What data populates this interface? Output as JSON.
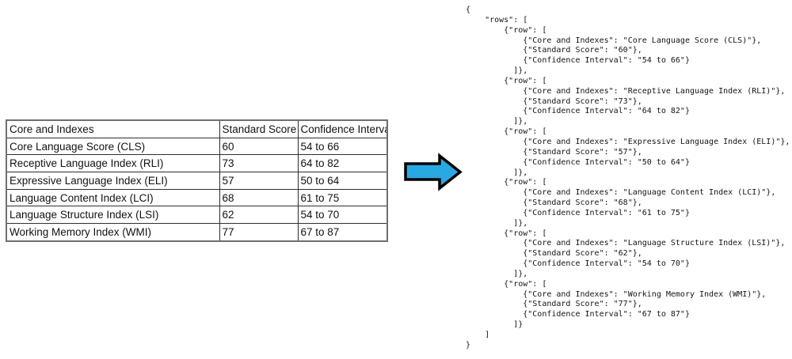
{
  "table": {
    "columns": [
      "Core and Indexes",
      "Standard Score",
      "Confidence Interval"
    ],
    "rows": [
      [
        "Core Language Score (CLS)",
        "60",
        "54 to 66"
      ],
      [
        "Receptive Language Index (RLI)",
        "73",
        "64 to 82"
      ],
      [
        "Expressive Language Index (ELI)",
        "57",
        "50 to 64"
      ],
      [
        "Language Content Index (LCI)",
        "68",
        "61 to 75"
      ],
      [
        "Language Structure Index (LSI)",
        "62",
        "54 to 70"
      ],
      [
        "Working Memory Index (WMI)",
        "77",
        "67 to 87"
      ]
    ]
  },
  "arrow": {
    "fill": "#29A9E1",
    "stroke": "#000000"
  },
  "code_panel": {
    "lines": [
      "{",
      "    \"rows\": [",
      "        {\"row\": [",
      "            {\"Core and Indexes\": \"Core Language Score (CLS)\"},",
      "            {\"Standard Score\": \"60\"},",
      "            {\"Confidence Interval\": \"54 to 66\"}",
      "          ]},",
      "        {\"row\": [",
      "            {\"Core and Indexes\": \"Receptive Language Index (RLI)\"},",
      "            {\"Standard Score\": \"73\"},",
      "            {\"Confidence Interval\": \"64 to 82\"}",
      "          ]},",
      "        {\"row\": [",
      "            {\"Core and Indexes\": \"Expressive Language Index (ELI)\"},",
      "            {\"Standard Score\": \"57\"},",
      "            {\"Confidence Interval\": \"50 to 64\"}",
      "          ]},",
      "        {\"row\": [",
      "            {\"Core and Indexes\": \"Language Content Index (LCI)\"},",
      "            {\"Standard Score\": \"68\"},",
      "            {\"Confidence Interval\": \"61 to 75\"}",
      "          ]},",
      "        {\"row\": [",
      "            {\"Core and Indexes\": \"Language Structure Index (LSI)\"},",
      "            {\"Standard Score\": \"62\"},",
      "            {\"Confidence Interval\": \"54 to 70\"}",
      "          ]},",
      "        {\"row\": [",
      "            {\"Core and Indexes\": \"Working Memory Index (WMI)\"},",
      "            {\"Standard Score\": \"77\"},",
      "            {\"Confidence Interval\": \"67 to 87\"}",
      "          ]}",
      "    ]",
      "}"
    ]
  }
}
